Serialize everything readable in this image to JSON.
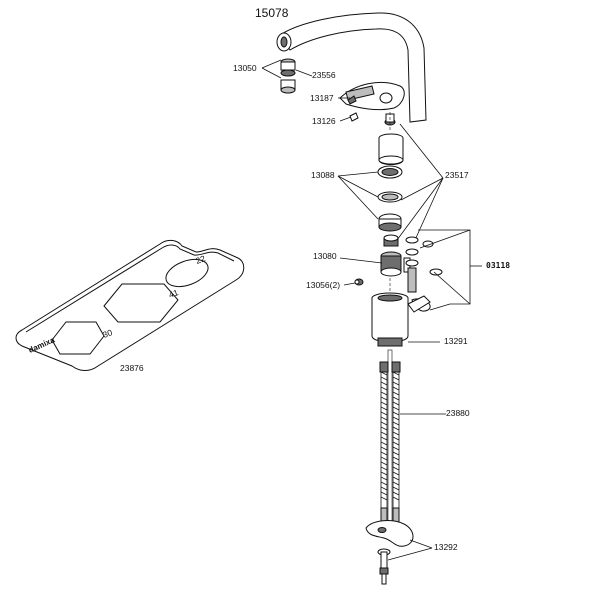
{
  "diagram_title": "15078",
  "parts": {
    "p13050": "13050",
    "p23556": "23556",
    "p13187": "13187",
    "p13126": "13126",
    "p13088": "13088",
    "p23517": "23517",
    "p13080": "13080",
    "p03118": "03118",
    "p13056": "13056(2)",
    "p13291": "13291",
    "p23880": "23880",
    "p13292": "13292",
    "p23876": "23876"
  },
  "wrench": {
    "sizes": [
      "22",
      "41",
      "30"
    ],
    "brand": "damixa"
  }
}
